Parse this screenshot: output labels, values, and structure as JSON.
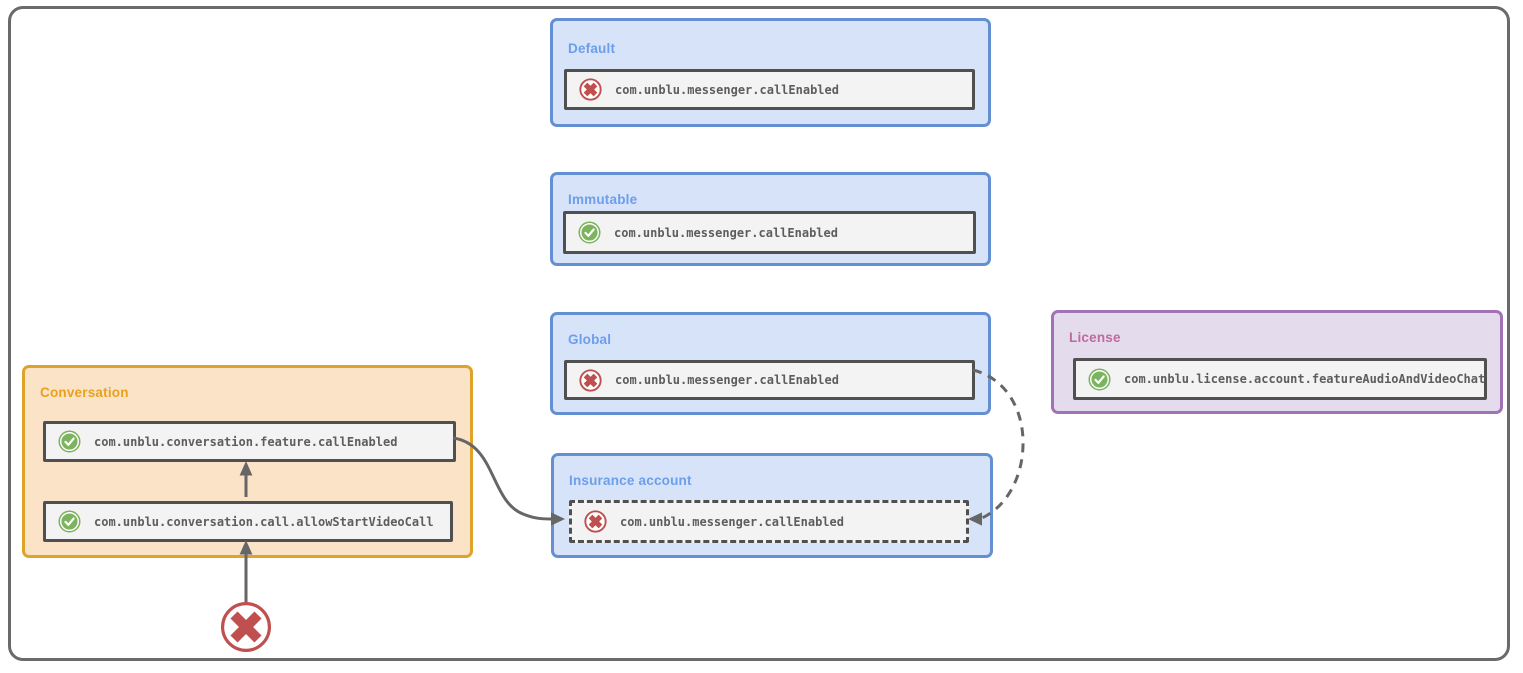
{
  "colors": {
    "frame-border": "#6a6a6a",
    "blue-bg": "#d6e3f8",
    "blue-border": "#648fd3",
    "blue-label": "#6d9eeb",
    "orange-bg": "#fbe3c8",
    "orange-border": "#dfa32a",
    "orange-label": "#e9a11b",
    "purple-bg": "#e4dbec",
    "purple-border": "#a172b4",
    "purple-label": "#bf6aa1",
    "chip-bg": "#f3f3f3",
    "chip-border": "#505050",
    "chip-text": "#5d5d5d",
    "arrow": "#666666",
    "green": "#7cb35e",
    "red": "#c0504f"
  },
  "icon_names": {
    "check": "check-circle-icon",
    "cross": "cross-circle-icon",
    "blocked": "x-circle-icon"
  },
  "boxes": {
    "default": {
      "label": "Default",
      "chip": {
        "icon": "cross",
        "text": "com.unblu.messenger.callEnabled"
      }
    },
    "immutable": {
      "label": "Immutable",
      "chip": {
        "icon": "check",
        "text": "com.unblu.messenger.callEnabled"
      }
    },
    "global": {
      "label": "Global",
      "chip": {
        "icon": "cross",
        "text": "com.unblu.messenger.callEnabled"
      }
    },
    "license": {
      "label": "License",
      "chip": {
        "icon": "check",
        "text": "com.unblu.license.account.featureAudioAndVideoChat"
      }
    },
    "insurance": {
      "label": "Insurance account",
      "chip": {
        "icon": "cross",
        "text": "com.unblu.messenger.callEnabled",
        "style": "dashed"
      }
    },
    "conversation": {
      "label": "Conversation",
      "chips": [
        {
          "icon": "check",
          "text": "com.unblu.conversation.feature.callEnabled"
        },
        {
          "icon": "check",
          "text": "com.unblu.conversation.call.allowStartVideoCall"
        }
      ]
    }
  },
  "edges": [
    {
      "from": "conversation.feature.callEnabled",
      "to": "insurance-account.messenger.callEnabled",
      "style": "solid"
    },
    {
      "from": "global.messenger.callEnabled",
      "to": "insurance-account.messenger.callEnabled",
      "style": "dashed"
    },
    {
      "from": "conversation.call.allowStartVideoCall",
      "to": "conversation.feature.callEnabled",
      "style": "solid"
    },
    {
      "from": "blocked-x",
      "to": "conversation.call.allowStartVideoCall",
      "style": "solid"
    }
  ]
}
